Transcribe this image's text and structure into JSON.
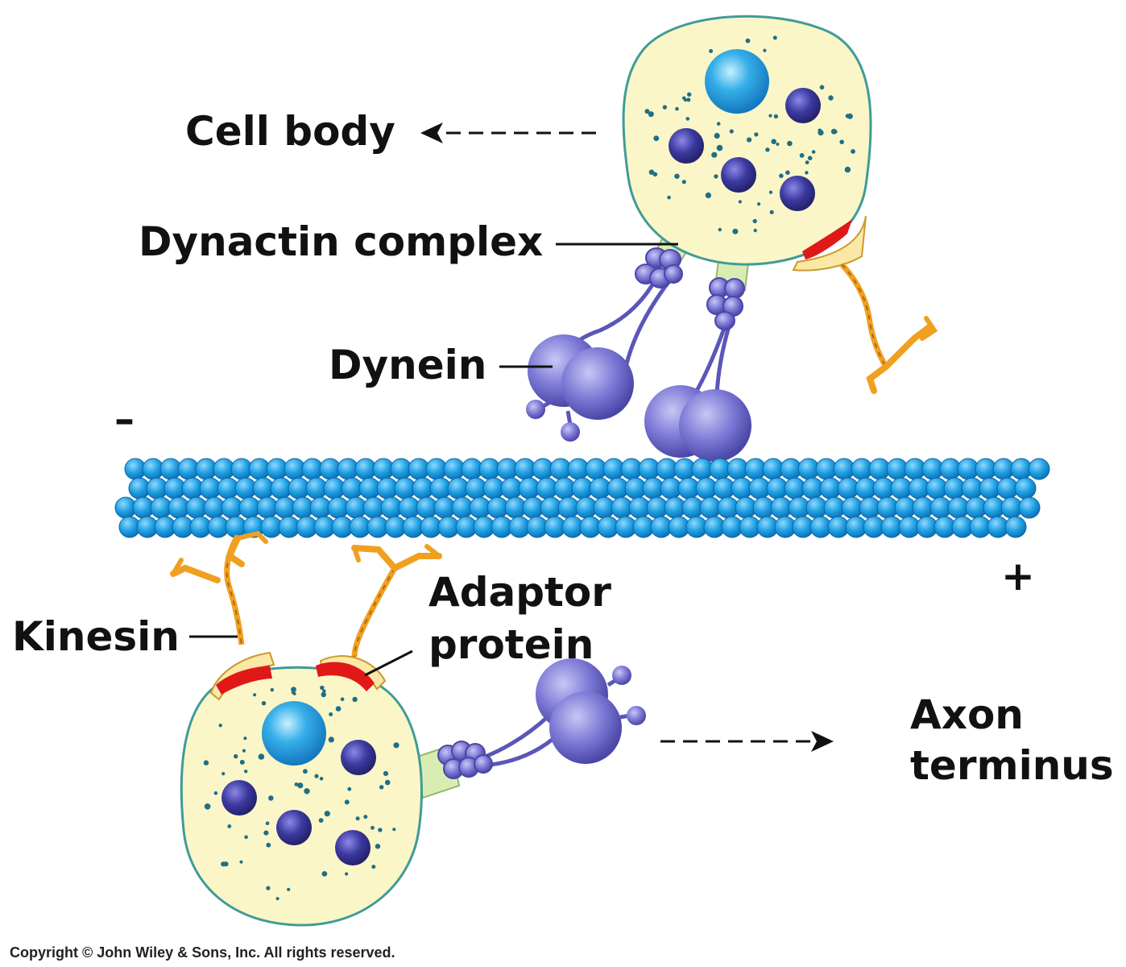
{
  "labels": {
    "cell_body": "Cell body",
    "dynactin_complex": "Dynactin complex",
    "dynein": "Dynein",
    "minus_end": "–",
    "plus_end": "+",
    "adaptor_protein_line1": "Adaptor",
    "adaptor_protein_line2": "protein",
    "kinesin": "Kinesin",
    "axon_terminus_line1": "Axon",
    "axon_terminus_line2": "terminus"
  },
  "copyright": "Copyright © John Wiley & Sons, Inc. All rights reserved.",
  "colors": {
    "vesicle_fill": "#fbf6c7",
    "vesicle_outline": "#3f9c98",
    "nucleus": "#33a8e6",
    "organelle": "#3d3a9e",
    "dots": "#1f6f86",
    "microtubule": "#1e9fe2",
    "dynein": "#7f7cd6",
    "kinesin": "#f0a020",
    "adaptor": "#e01818",
    "dynactin": "#d9edb3"
  }
}
